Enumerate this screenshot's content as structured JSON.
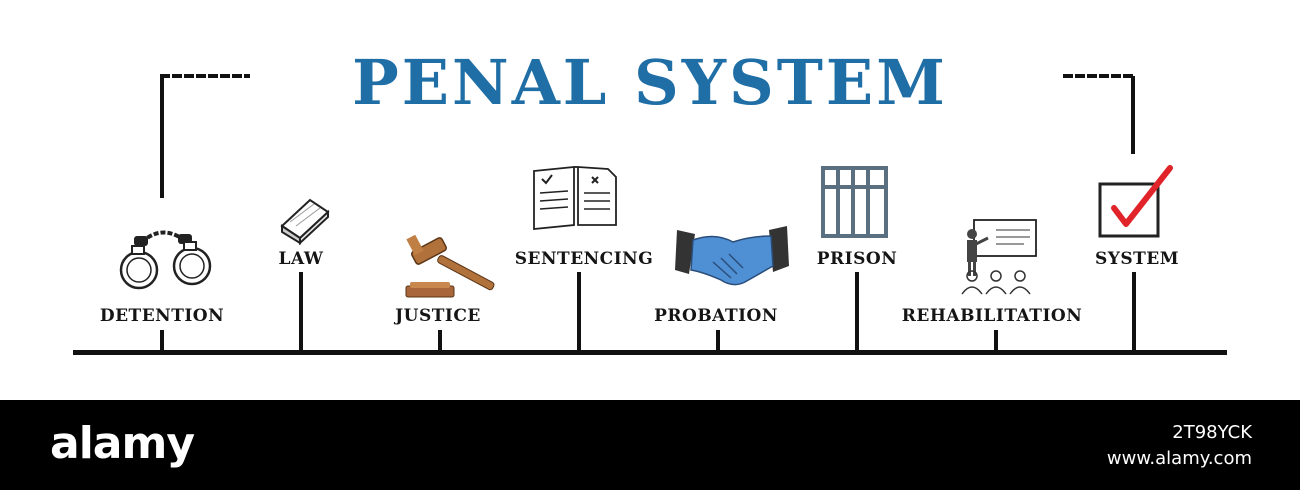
{
  "title": "PENAL SYSTEM",
  "colors": {
    "title": "#1f6ea6",
    "ink": "#111111",
    "check": "#e0242a",
    "handshake": "#4f8fd4",
    "gavel": "#b0713a",
    "prison": "#5a6f80"
  },
  "items": [
    {
      "label": "DETENTION",
      "icon": "handcuffs-icon"
    },
    {
      "label": "LAW",
      "icon": "book-icon"
    },
    {
      "label": "JUSTICE",
      "icon": "gavel-icon"
    },
    {
      "label": "SENTENCING",
      "icon": "open-document-icon"
    },
    {
      "label": "PROBATION",
      "icon": "handshake-icon"
    },
    {
      "label": "PRISON",
      "icon": "prison-bars-icon"
    },
    {
      "label": "REHABILITATION",
      "icon": "presentation-icon"
    },
    {
      "label": "SYSTEM",
      "icon": "checkbox-icon"
    }
  ],
  "footer": {
    "brand": "alamy",
    "image_id": "2T98YCK",
    "site": "www.alamy.com"
  }
}
